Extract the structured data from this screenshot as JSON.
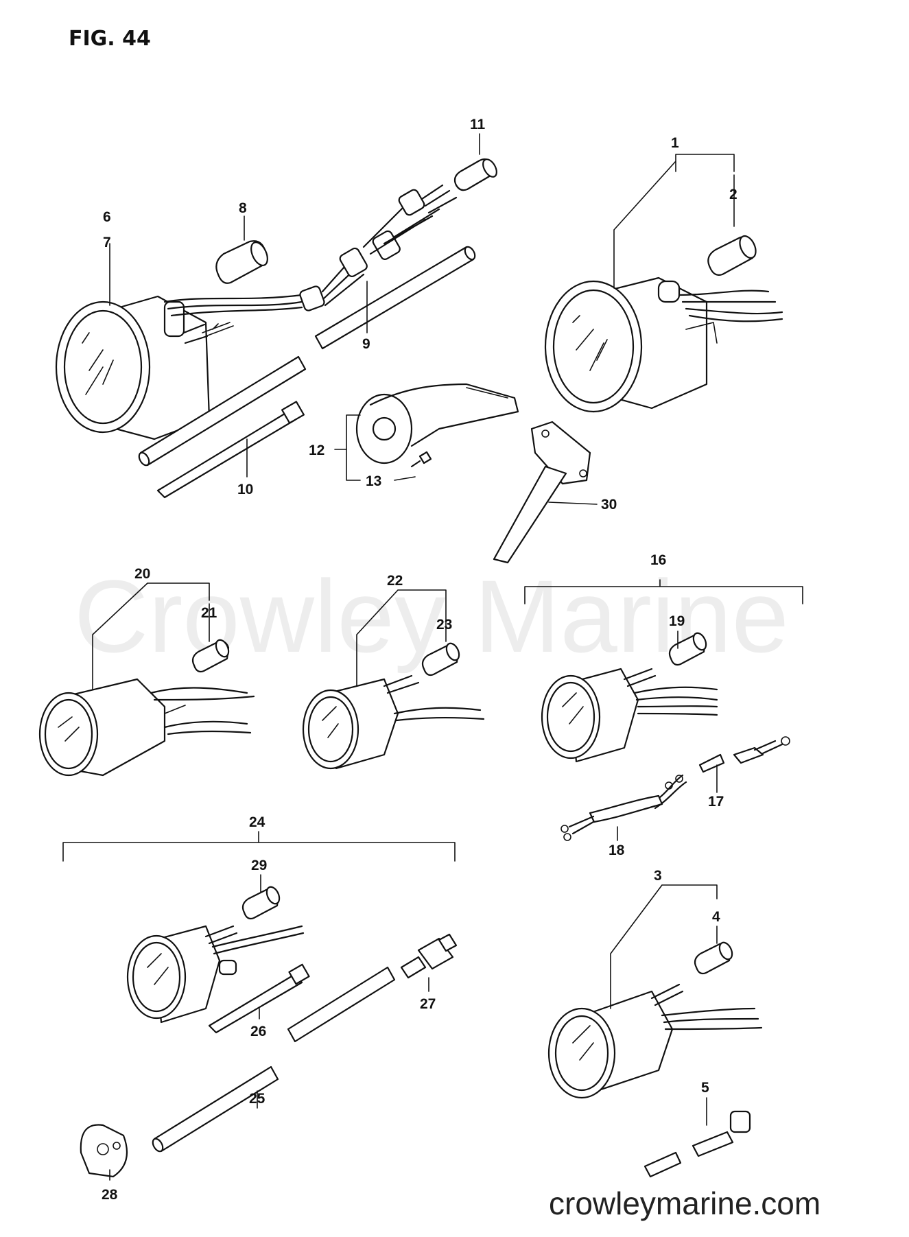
{
  "figure": {
    "title": "FIG. 44"
  },
  "watermark": "Crowley Marine",
  "footer_url": "crowleymarine.com",
  "callouts": {
    "c1": "1",
    "c2": "2",
    "c3": "3",
    "c4": "4",
    "c5": "5",
    "c6": "6",
    "c7": "7",
    "c8": "8",
    "c9": "9",
    "c10": "10",
    "c11": "11",
    "c12": "12",
    "c13": "13",
    "c16": "16",
    "c17": "17",
    "c18": "18",
    "c19": "19",
    "c20": "20",
    "c21": "21",
    "c22": "22",
    "c23": "23",
    "c24": "24",
    "c25": "25",
    "c26": "26",
    "c27": "27",
    "c28": "28",
    "c29": "29",
    "c30": "30"
  }
}
